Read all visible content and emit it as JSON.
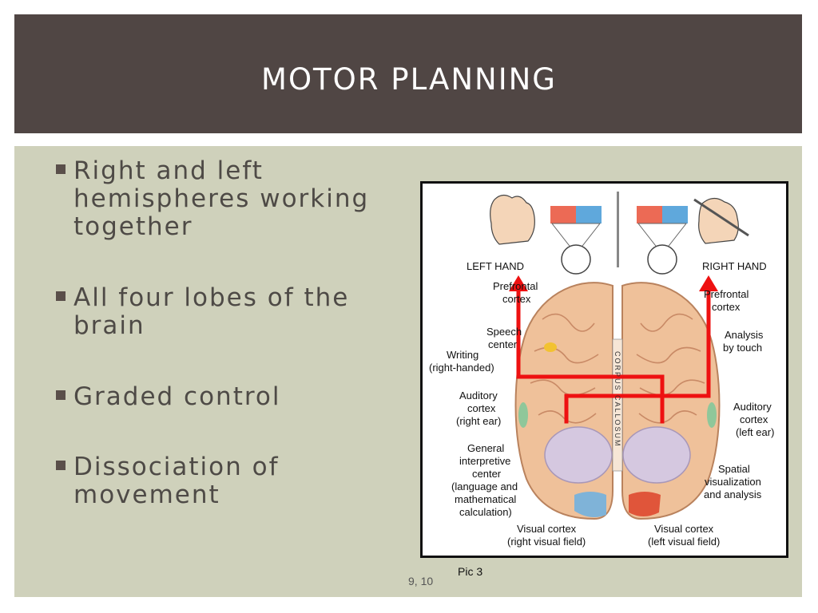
{
  "slide": {
    "title": "MOTOR PLANNING",
    "bullets": [
      "Right and left hemispheres working together",
      "All four lobes of the brain",
      "Graded control",
      "Dissociation of movement"
    ],
    "figure_caption": "Pic 3",
    "page_number": "9, 10"
  },
  "figure": {
    "labels": {
      "left_hand": "LEFT HAND",
      "right_hand": "RIGHT HAND",
      "prefrontal_left_1": "Prefrontal",
      "prefrontal_left_2": "cortex",
      "prefrontal_right_1": "Prefrontal",
      "prefrontal_right_2": "cortex",
      "speech_1": "Speech",
      "speech_2": "center",
      "writing_1": "Writing",
      "writing_2": "(right-handed)",
      "analysis_1": "Analysis",
      "analysis_2": "by touch",
      "aud_left_1": "Auditory",
      "aud_left_2": "cortex",
      "aud_left_3": "(right ear)",
      "aud_right_1": "Auditory",
      "aud_right_2": "cortex",
      "aud_right_3": "(left ear)",
      "gen_1": "General",
      "gen_2": "interpretive",
      "gen_3": "center",
      "gen_4": "(language and",
      "gen_5": "mathematical",
      "gen_6": "calculation)",
      "spatial_1": "Spatial",
      "spatial_2": "visualization",
      "spatial_3": "and analysis",
      "vis_left_1": "Visual cortex",
      "vis_left_2": "(right visual field)",
      "vis_right_1": "Visual cortex",
      "vis_right_2": "(left visual field)",
      "corpus": "CORPUS CALLOSUM"
    },
    "colors": {
      "arrow": "#ee1111",
      "brain": "#efc19a",
      "brain_fold": "#c98a66",
      "lobe_purple": "#d5c8e0",
      "visual_blue": "#7fb3d8",
      "visual_red": "#e0553a",
      "auditory_green": "#8fc79a",
      "speech_yellow": "#f2c230"
    }
  }
}
